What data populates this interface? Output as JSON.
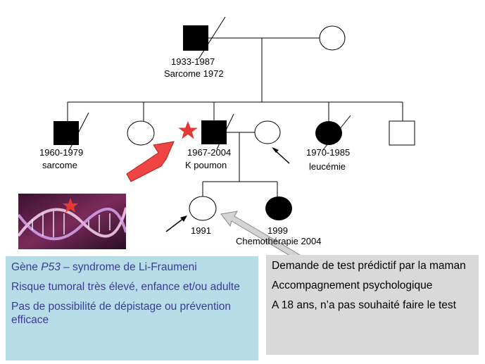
{
  "colors": {
    "affected": "#000000",
    "unaffected": "#ffffff",
    "arrow_red": "#ef4444",
    "arrow_grey": "#d4d4d4",
    "box_left_bg": "#b7dde8",
    "box_left_text": "#3b3b96",
    "box_right_bg": "#d9d9d9"
  },
  "pedigree": {
    "grandfather": {
      "years": "1933-1987",
      "condition": "Sarcome 1972"
    },
    "sibling1": {
      "years": "1960-1979",
      "condition": "sarcome"
    },
    "father": {
      "years": "1967-2004",
      "condition": "K poumon"
    },
    "sister": {
      "years": "1970-1985",
      "condition": "leucémie"
    },
    "child1": {
      "year": "1991"
    },
    "child2": {
      "year": "1999",
      "treatment": "Chemothérapie 2004"
    }
  },
  "info_left": {
    "line1_pre": "Gène ",
    "line1_gene": "P53",
    "line1_post": " – syndrome de Li-Fraumeni",
    "line2": "Risque tumoral très élevé, enfance et/ou adulte",
    "line3": "Pas de possibilité de dépistage ou prévention efficace"
  },
  "info_right": {
    "line1": "Demande de test prédictif par la maman",
    "line2": "Accompagnement psychologique",
    "line3": "A 18 ans, n’a pas souhaité faire le test"
  }
}
